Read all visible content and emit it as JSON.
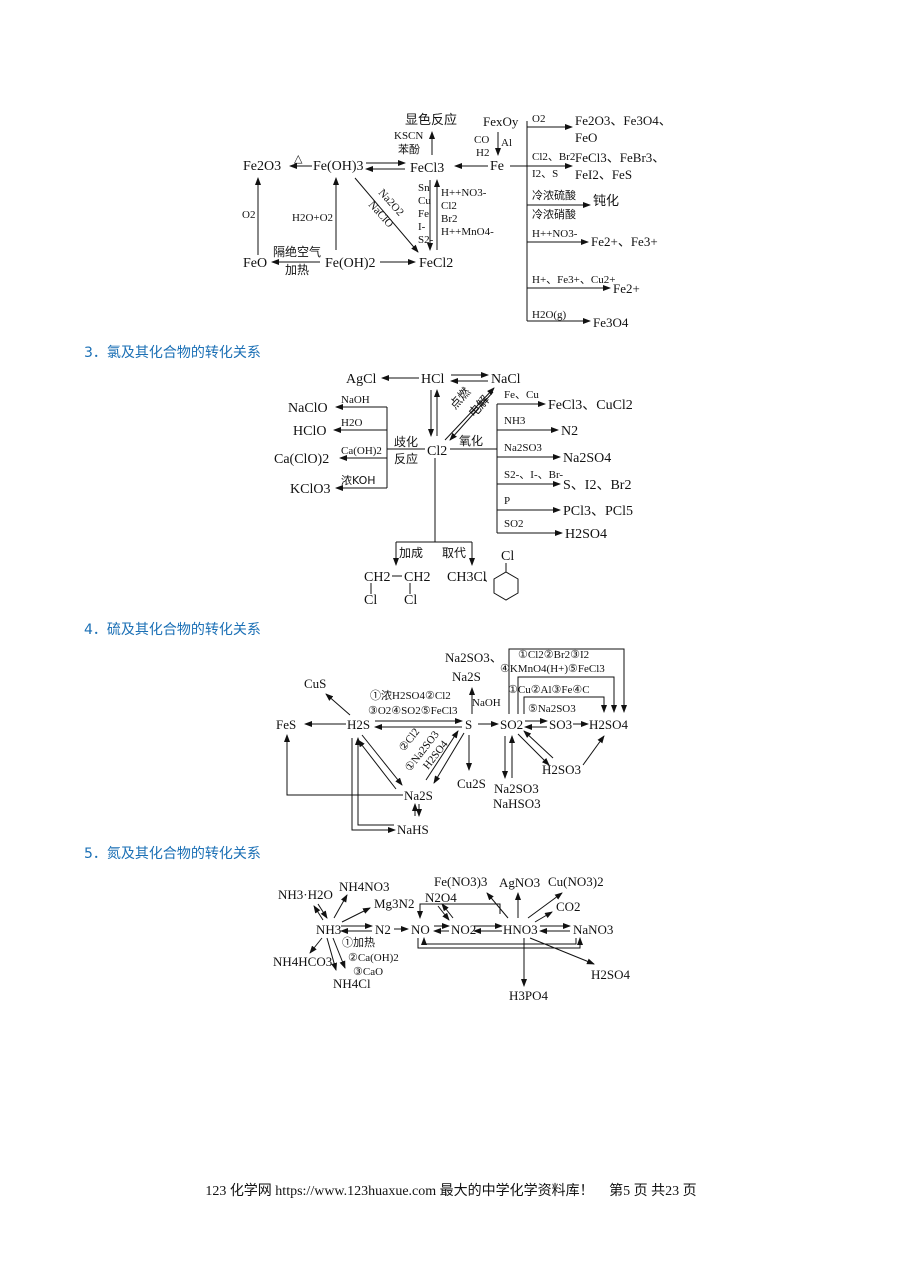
{
  "sections": {
    "chlorine": "3．氯及其化合物的转化关系",
    "sulfur": "4．硫及其化合物的转化关系",
    "nitrogen": "5．氮及其化合物的转化关系"
  },
  "iron": {
    "fe": "Fe",
    "fexoy": "FexOy",
    "fecl3": "FeCl3",
    "fe_oh3": "Fe(OH)3",
    "fe2o3": "Fe2O3",
    "feo": "FeO",
    "fe_oh2": "Fe(OH)2",
    "fecl2": "FeCl2",
    "color_reaction": "显色反应",
    "kscn": "KSCN",
    "phenol": "苯酚",
    "co": "CO",
    "h2": "H2",
    "al": "Al",
    "triangle": "△",
    "o2": "O2",
    "h2o_o2": "H2O+O2",
    "na2o2": "Na2O2",
    "naclo": "NaClO",
    "isolate_air": "隔绝空气",
    "heat": "加热",
    "left_reagents": [
      "Sn",
      "Cu",
      "Fe",
      "I-",
      "S2-"
    ],
    "right_reagents": [
      "H++NO3-",
      "Cl2",
      "Br2",
      "H++MnO4-"
    ],
    "branches": [
      {
        "cond": "O2",
        "prod1": "Fe2O3、Fe3O4、",
        "prod2": "FeO"
      },
      {
        "cond": "Cl2、Br2",
        "cond2": "I2、S",
        "prod1": "FeCl3、FeBr3、",
        "prod2": "FeI2、FeS"
      },
      {
        "cond": "冷浓硫酸",
        "cond2": "冷浓硝酸",
        "prod1": "钝化"
      },
      {
        "cond": "H++NO3-",
        "prod1": "Fe2+、Fe3+"
      },
      {
        "cond": "H+、Fe3+、Cu2+",
        "prod1": "Fe2+"
      },
      {
        "cond": "H2O(g)",
        "prod1": "Fe3O4"
      }
    ]
  },
  "chlorine": {
    "agcl": "AgCl",
    "hcl": "HCl",
    "nacl": "NaCl",
    "cl2": "Cl2",
    "ignite": "点燃",
    "electrolysis": "电解",
    "oxidation": "氧化",
    "disproportion1": "歧化",
    "disproportion2": "反应",
    "left": [
      {
        "prod": "NaClO",
        "reag": "NaOH"
      },
      {
        "prod": "HClO",
        "reag": "H2O"
      },
      {
        "prod": "Ca(ClO)2",
        "reag": "Ca(OH)2"
      },
      {
        "prod": "KClO3",
        "reag": "浓KOH"
      }
    ],
    "right": [
      {
        "reag": "Fe、Cu",
        "prod": "FeCl3、CuCl2"
      },
      {
        "reag": "NH3",
        "prod": "N2"
      },
      {
        "reag": "Na2SO3",
        "prod": "Na2SO4"
      },
      {
        "reag": "S2-、I-、Br-",
        "prod": "S、I2、Br2"
      },
      {
        "reag": "P",
        "prod": "PCl3、PCl5"
      },
      {
        "reag": "SO2",
        "prod": "H2SO4"
      }
    ],
    "addition": "加成",
    "substitution": "取代",
    "ch2": "CH2",
    "ch2b": "CH2",
    "cl_a": "Cl",
    "cl_b": "Cl",
    "ch3cl": "CH3Cl",
    "comma": "、",
    "cl_c": "Cl"
  },
  "sulfur": {
    "fes": "FeS",
    "cus": "CuS",
    "h2s": "H2S",
    "s": "S",
    "so2": "SO2",
    "so3": "SO3",
    "h2so4": "H2SO4",
    "h2so3": "H2SO3",
    "na2s": "Na2S",
    "nahs": "NaHS",
    "cu2s": "Cu2S",
    "na2so3_top": "Na2SO3、",
    "na2s_top": "Na2S",
    "naoh": "NaOH",
    "na2so3_b": "Na2SO3",
    "nahso3": "NaHSO3",
    "cond_h2s_s_1": "①浓H2SO4②Cl2",
    "cond_h2s_s_2": "③O2④SO2⑤FeCl3",
    "diag1": "②Cl2",
    "diag2": "①Na2SO3",
    "diag3": "H2SO4",
    "top1": "①Cl2②Br2③I2",
    "top2": "④KMnO4(H+)⑤FeCl3",
    "mid1": "①Cu②Al③Fe④C",
    "mid2": "⑤Na2SO3"
  },
  "nitrogen": {
    "nh3h2o": "NH3·H2O",
    "nh4no3": "NH4NO3",
    "mg3n2": "Mg3N2",
    "nh3": "NH3",
    "n2": "N2",
    "no": "NO",
    "no2": "NO2",
    "n2o4": "N2O4",
    "hno3": "HNO3",
    "fe_no3_3": "Fe(NO3)3",
    "agno3": "AgNO3",
    "cu_no3_2": "Cu(NO3)2",
    "co2": "CO2",
    "nano3": "NaNO3",
    "h2so4": "H2SO4",
    "h3po4": "H3PO4",
    "nh4hco3": "NH4HCO3",
    "nh4cl": "NH4Cl",
    "c1": "①加热",
    "c2": "②Ca(OH)2",
    "c3": "③CaO"
  },
  "footer": {
    "site": "123 化学网 https://www.123huaxue.com 最大的中学化学资料库！",
    "page": "第5 页 共23 页"
  }
}
